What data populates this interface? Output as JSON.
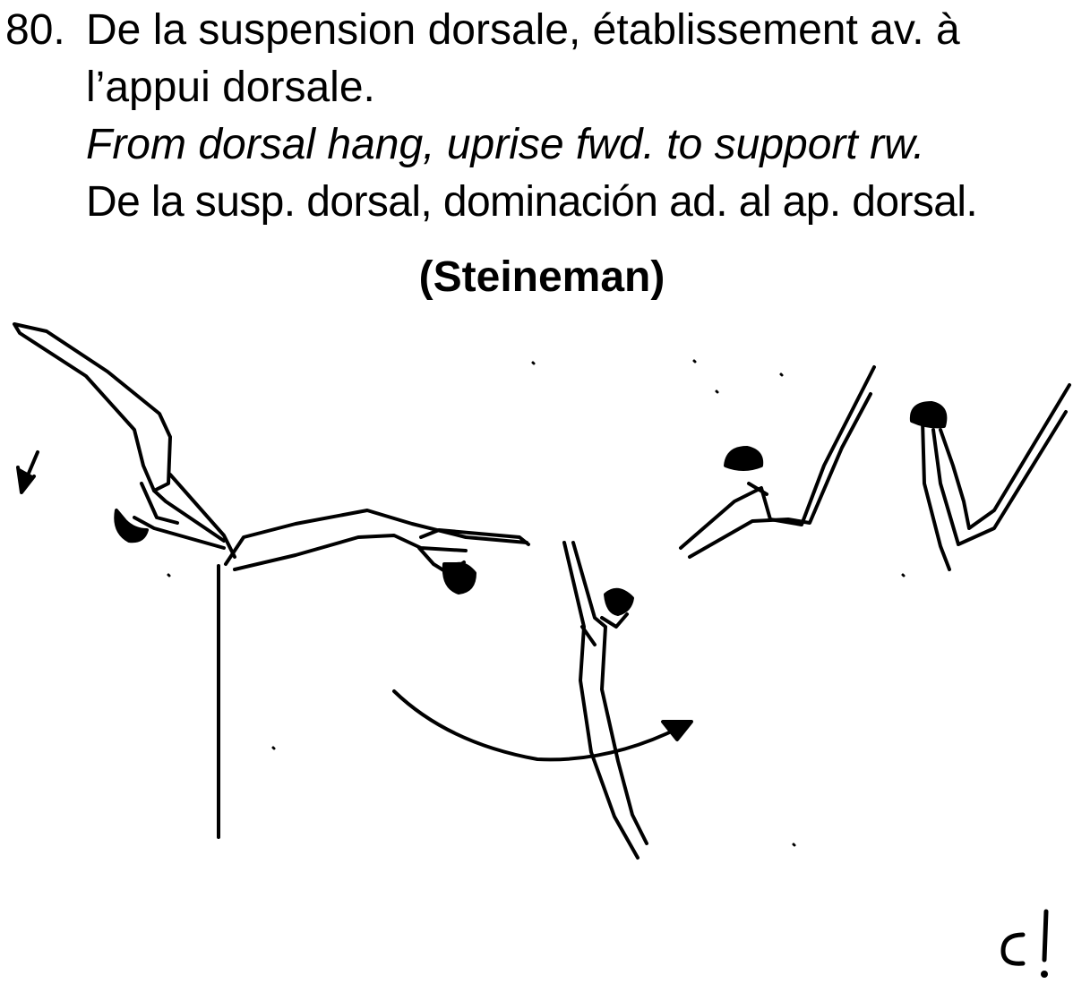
{
  "item": {
    "number": "80.",
    "french": [
      "De la suspension dorsale, établissement av. à",
      "l’appui dorsale."
    ],
    "english": "From dorsal hang, uprise fwd. to support rw.",
    "spanish": "De la susp. dorsal, dominación ad. al ap. dorsal.",
    "name": "(Steineman)"
  },
  "corner_mark": "c!",
  "colors": {
    "ink": "#000000",
    "paper": "#ffffff"
  }
}
